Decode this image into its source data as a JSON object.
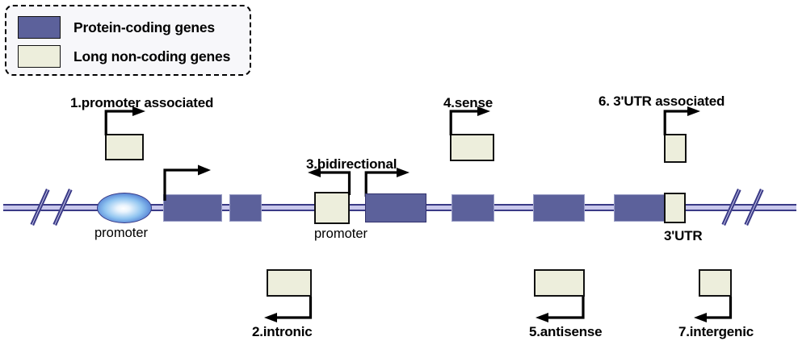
{
  "legend": {
    "items": [
      {
        "label": "Protein-coding genes",
        "color": "#5c619b",
        "swatch_name": "protein-coding-swatch"
      },
      {
        "label": "Long non-coding genes",
        "color": "#edeedc",
        "swatch_name": "long-non-coding-swatch"
      }
    ],
    "border_style": "dashed"
  },
  "colors": {
    "protein_coding": "#5c619b",
    "long_non_coding": "#edeedc",
    "genome_line": "#3a3a86",
    "genome_line_core": "#c9c8ec",
    "promoter_fill": "#6fb0ea",
    "outline": "#111111",
    "legend_background": "#f7f7fa"
  },
  "categories": [
    {
      "id": 1,
      "label": "1.promoter associated",
      "direction": "right",
      "position": "above"
    },
    {
      "id": 2,
      "label": "2.intronic",
      "direction": "left",
      "position": "below"
    },
    {
      "id": 3,
      "label": "3.bidirectional",
      "direction": "both",
      "position": "inline"
    },
    {
      "id": 4,
      "label": "4.sense",
      "direction": "right",
      "position": "above"
    },
    {
      "id": 5,
      "label": "5.antisense",
      "direction": "left",
      "position": "below"
    },
    {
      "id": 6,
      "label": "6. 3'UTR associated",
      "direction": "right",
      "position": "above"
    },
    {
      "id": 7,
      "label": "7.intergenic",
      "direction": "left",
      "position": "below"
    }
  ],
  "gene_annotations": {
    "promoter_left": "promoter",
    "promoter_bidirectional": "promoter",
    "utr_label": "3'UTR"
  },
  "diagram": {
    "title_present": false,
    "genome_strand_count": 1,
    "exon_count": 7,
    "break_mark_count": 4
  }
}
